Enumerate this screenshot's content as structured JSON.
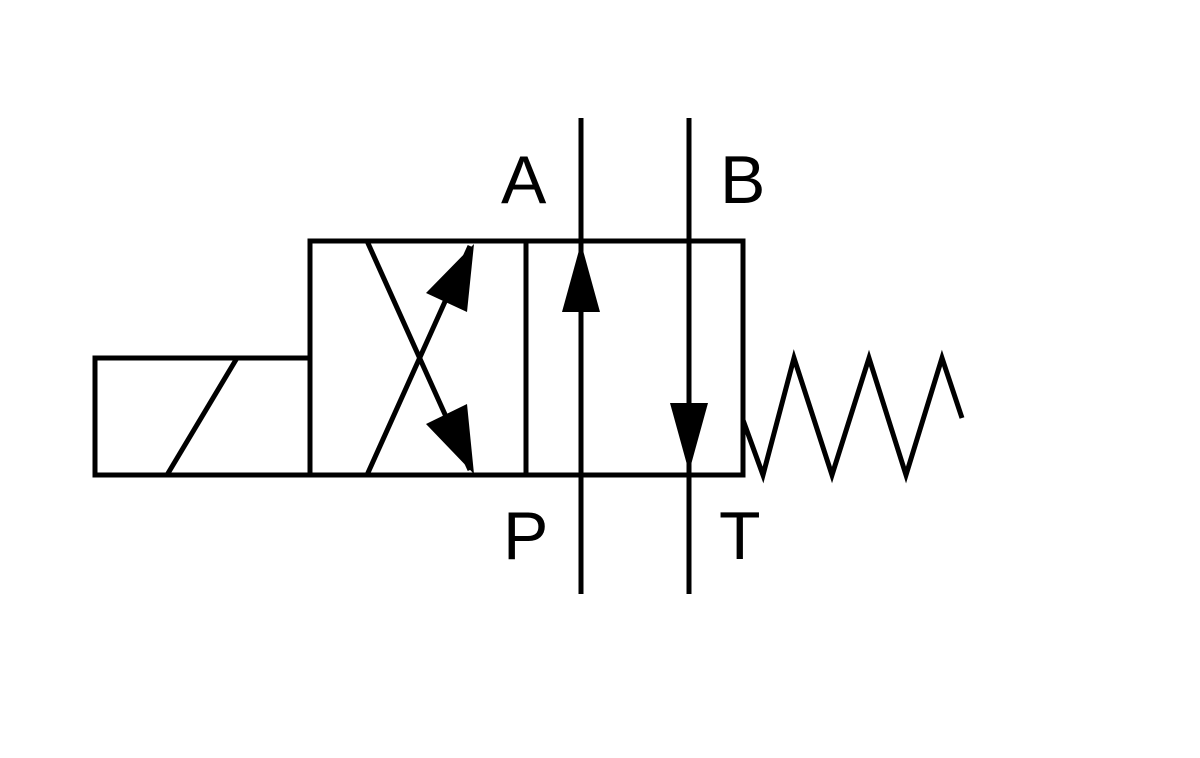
{
  "diagram": {
    "ports": {
      "a": "A",
      "b": "B",
      "p": "P",
      "t": "T"
    },
    "colors": {
      "stroke": "#000000",
      "background": "#ffffff"
    },
    "elements": {
      "actuator": "solenoid",
      "return": "spring",
      "positions": 2
    }
  }
}
